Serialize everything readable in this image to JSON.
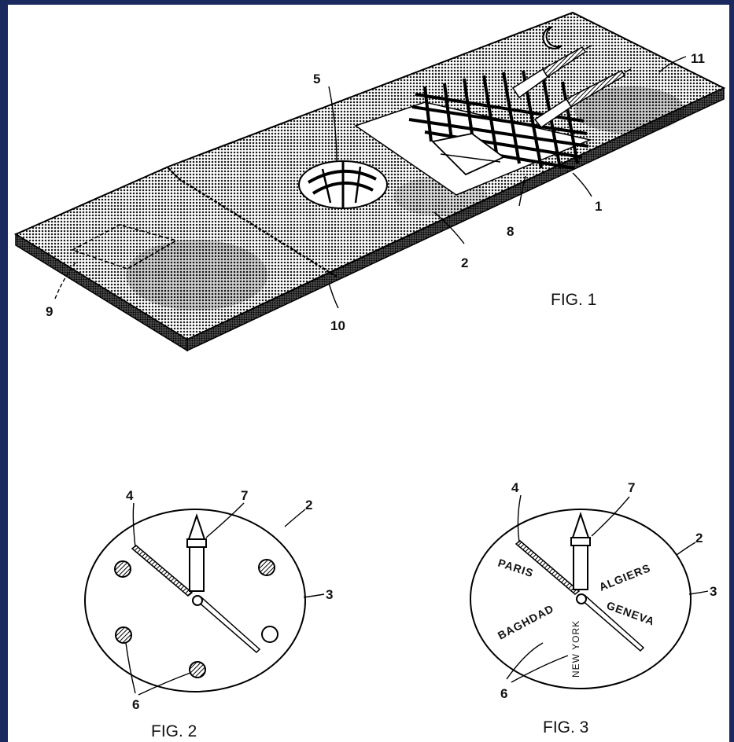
{
  "figures": {
    "fig1": {
      "caption": "FIG. 1",
      "labels": [
        "5",
        "11",
        "1",
        "8",
        "2",
        "9",
        "10"
      ]
    },
    "fig2": {
      "caption": "FIG. 2",
      "labels": [
        "4",
        "7",
        "2",
        "3",
        "6"
      ]
    },
    "fig3": {
      "caption": "FIG. 3",
      "labels": [
        "4",
        "7",
        "2",
        "3",
        "6"
      ],
      "cities": [
        "PARIS",
        "ALGIERS",
        "BAGHDAD",
        "NEW YORK",
        "GENEVA"
      ]
    }
  },
  "colors": {
    "border": "#1a2a5e",
    "paper": "#ffffff",
    "ink": "#111111"
  }
}
